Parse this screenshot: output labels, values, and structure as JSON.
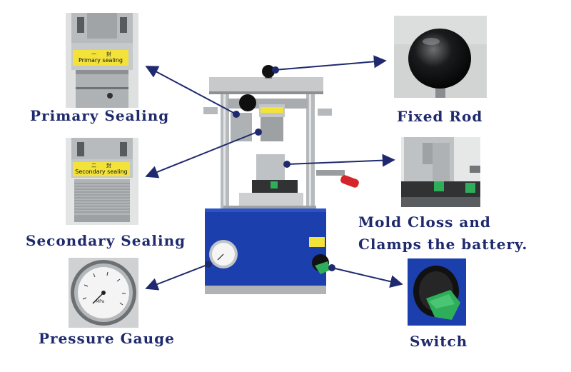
{
  "labels": {
    "primary_sealing": "Primary Sealing",
    "secondary_sealing": "Secondary Sealing",
    "pressure_gauge": "Pressure Gauge",
    "fixed_rod": "Fixed Rod",
    "mold_line1": "Mold Closs and",
    "mold_line2": "Clamps the battery.",
    "switch": "Switch"
  },
  "photo_text": {
    "primary_cn": "一　　封",
    "primary_en": "Primary sealing",
    "secondary_cn": "二　　封",
    "secondary_en": "Secondary sealing",
    "gauge_unit": "MPa"
  },
  "colors": {
    "label_text": "#1f2a6e",
    "arrow": "#1f2a6e",
    "machine_base": "#1c3fae",
    "tag_yellow": "#f2e23a",
    "switch_green": "#2fae5a"
  }
}
